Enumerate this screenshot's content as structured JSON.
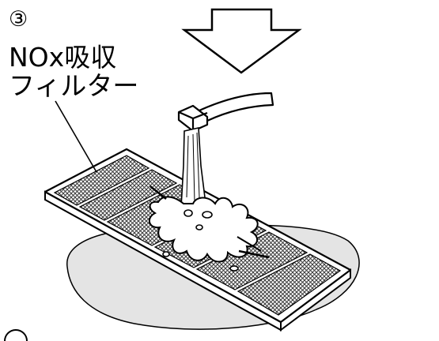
{
  "callout": {
    "number": "③",
    "name_line1": "NOx吸収",
    "name_line2": "フィルター"
  },
  "colors": {
    "line": "#000000",
    "water_pool": "#e4e4e4",
    "filter_mesh": "#555555",
    "background": "#ffffff"
  }
}
